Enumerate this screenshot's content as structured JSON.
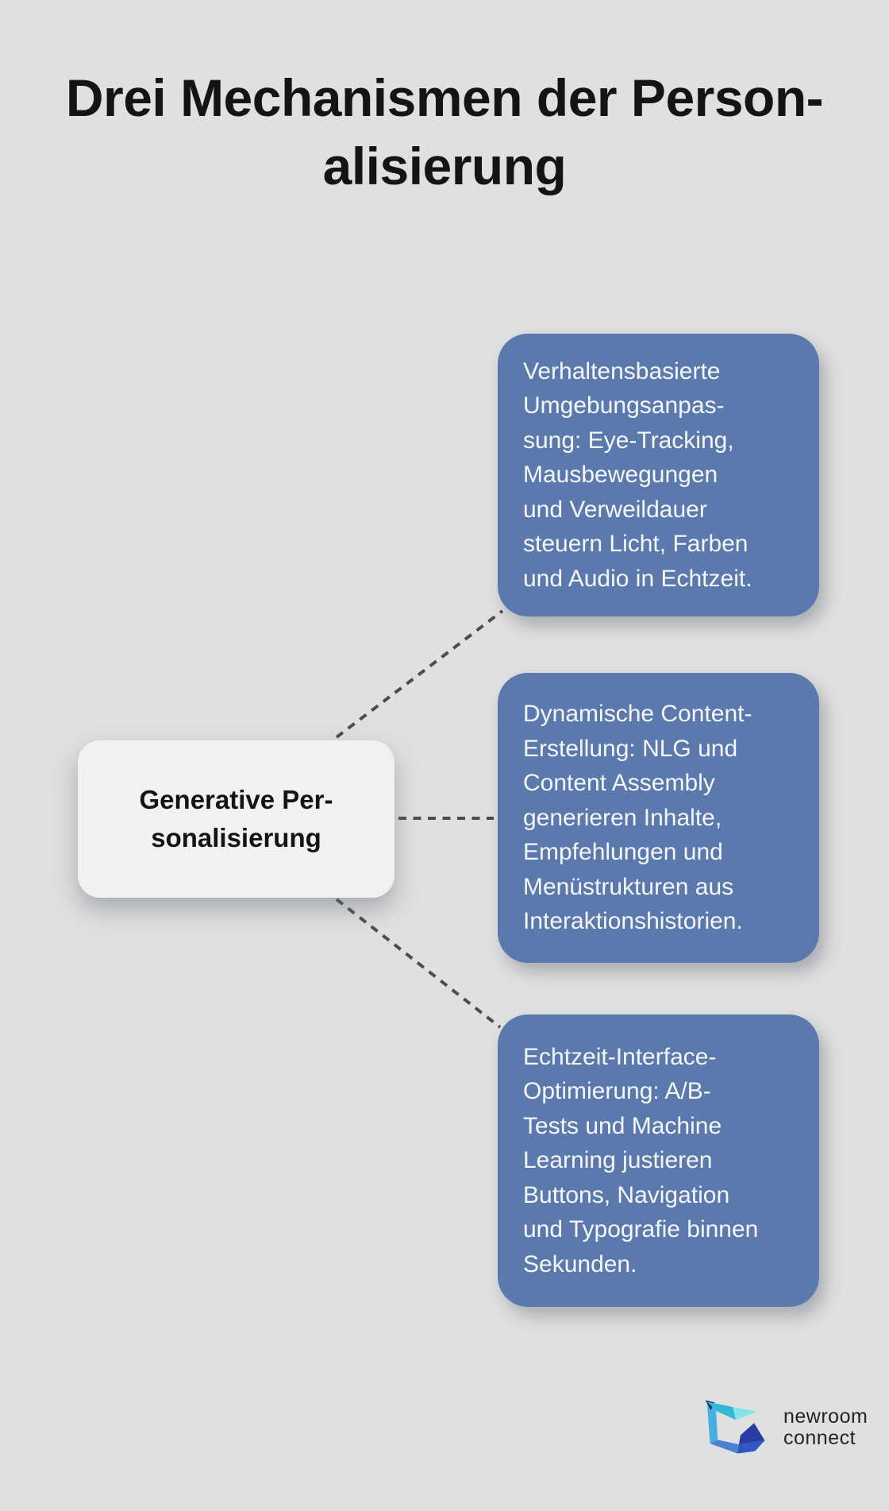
{
  "title": "Drei Mechanismen der Person-\nalisierung",
  "center_node": {
    "label": "Generative Per-\nsonalisierung"
  },
  "branches": [
    {
      "text": "Verhaltensbasierte\nUmgebungsanpas-\nsung: Eye-Tracking,\nMausbewegungen\nund Verweildauer\nsteuern Licht, Farben\nund Audio in Echtzeit."
    },
    {
      "text": "Dynamische Content-\nErstellung: NLG und\nContent Assembly\ngenerieren Inhalte,\nEmpfehlungen und\nMenüstrukturen aus\nInteraktionshistorien."
    },
    {
      "text": "Echtzeit-Interface-\nOptimierung: A/B-\nTests und Machine\nLearning justieren\nButtons, Navigation\nund Typografie binnen\nSekunden."
    }
  ],
  "logo": {
    "line1": "newroom",
    "line2": "connect"
  },
  "colors": {
    "background": "#dfe0e0",
    "branch_fill": "#5b79ad",
    "branch_text": "#f5f7fa",
    "node_fill": "#eff1f3",
    "node_text": "#141414",
    "connector": "#4d4d4d",
    "title_text": "#141414",
    "logo_teal": "#31b9d3",
    "logo_cyan": "#83e3e6",
    "logo_light_blue": "#47aee3",
    "logo_mid_blue": "#4b82cf",
    "logo_royal_blue": "#3157c5",
    "logo_dark_blue": "#2b3da5"
  }
}
